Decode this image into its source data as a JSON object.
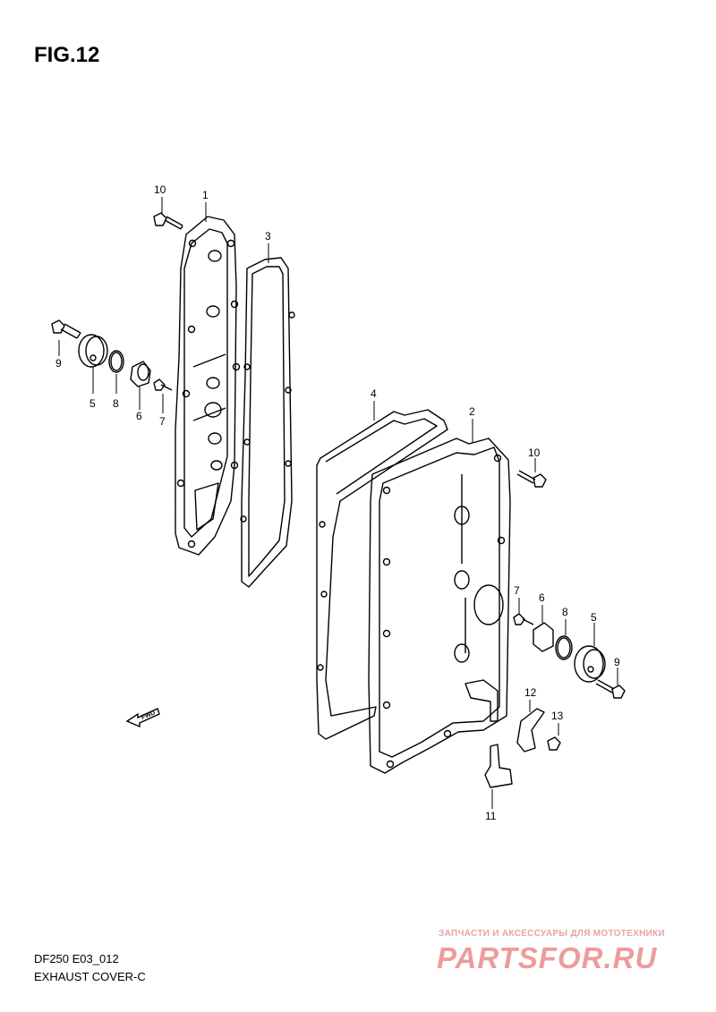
{
  "figure": {
    "title": "FIG.12"
  },
  "labels": {
    "l1": "1",
    "l2": "2",
    "l3": "3",
    "l4": "4",
    "l5a": "5",
    "l5b": "5",
    "l6a": "6",
    "l6b": "6",
    "l7a": "7",
    "l7b": "7",
    "l8a": "8",
    "l8b": "8",
    "l9a": "9",
    "l9b": "9",
    "l10a": "10",
    "l10b": "10",
    "l11": "11",
    "l12": "12",
    "l13": "13"
  },
  "fwd_marker": "FWD",
  "footer": {
    "model": "DF250  E03_012",
    "section": "EXHAUST COVER-C"
  },
  "watermark": {
    "caption": "ЗАПЧАСТИ И АКСЕССУАРЫ ДЛЯ МОТОТЕХНИКИ",
    "logo": "PARTSFOR.RU"
  }
}
